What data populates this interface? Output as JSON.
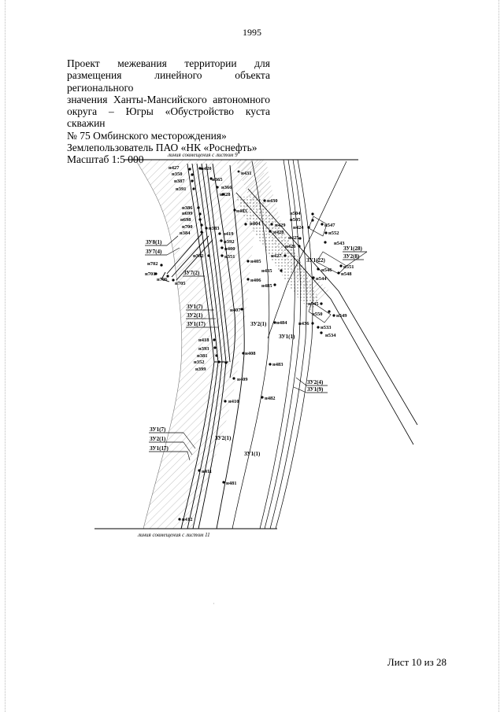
{
  "page": {
    "number": "1995",
    "sheet": "Лист 10 из 28"
  },
  "title": {
    "lines": [
      "Проект межевания территории для",
      "размещения линейного объекта регионального",
      "значения Ханты-Мансийского автономного",
      "округа – Югры «Обустройство куста скважин",
      "№ 75 Омбинского месторождения»",
      "Землепользователь ПАО «НК «Роснефть»",
      "Масштаб 1:5 000"
    ]
  },
  "drawing": {
    "top_caption": "линия совмещения с листом 9",
    "bottom_caption": "линия совмещения с листом 11",
    "points": [
      {
        "id": "p427",
        "label": "н427"
      },
      {
        "id": "p420",
        "label": "н420"
      },
      {
        "id": "p431",
        "label": "н431"
      },
      {
        "id": "p350",
        "label": "н350"
      },
      {
        "id": "p365",
        "label": "н365"
      },
      {
        "id": "p387",
        "label": "н387"
      },
      {
        "id": "p366",
        "label": "н366"
      },
      {
        "id": "p391",
        "label": "н391"
      },
      {
        "id": "p428a",
        "label": "н428"
      },
      {
        "id": "p430",
        "label": "н430"
      },
      {
        "id": "p386",
        "label": "н386"
      },
      {
        "id": "p403",
        "label": "н403"
      },
      {
        "id": "p699",
        "label": "н699"
      },
      {
        "id": "p698",
        "label": "н698"
      },
      {
        "id": "p700",
        "label": "н700"
      },
      {
        "id": "p384",
        "label": "н384"
      },
      {
        "id": "p383",
        "label": "н383"
      },
      {
        "id": "p419",
        "label": "н419"
      },
      {
        "id": "p392",
        "label": "н392"
      },
      {
        "id": "p400",
        "label": "н400"
      },
      {
        "id": "p382",
        "label": "н382"
      },
      {
        "id": "p351",
        "label": "н351"
      },
      {
        "id": "p404",
        "label": "н404"
      },
      {
        "id": "p429",
        "label": "н429"
      },
      {
        "id": "p428b",
        "label": "н428"
      },
      {
        "id": "p504",
        "label": "н504"
      },
      {
        "id": "p505",
        "label": "н505"
      },
      {
        "id": "p424",
        "label": "н424"
      },
      {
        "id": "p425",
        "label": "н425"
      },
      {
        "id": "p426",
        "label": "н426"
      },
      {
        "id": "p427b",
        "label": "н427"
      },
      {
        "id": "p547",
        "label": "н547"
      },
      {
        "id": "p552",
        "label": "н552"
      },
      {
        "id": "p543",
        "label": "н543"
      },
      {
        "id": "p702",
        "label": "н702"
      },
      {
        "id": "p701",
        "label": "н701"
      },
      {
        "id": "p706",
        "label": "н706"
      },
      {
        "id": "p705",
        "label": "н705"
      },
      {
        "id": "p405",
        "label": "н405"
      },
      {
        "id": "p435",
        "label": "н435"
      },
      {
        "id": "p546",
        "label": "н546"
      },
      {
        "id": "p544",
        "label": "н544"
      },
      {
        "id": "p551",
        "label": "н551"
      },
      {
        "id": "p548",
        "label": "н548"
      },
      {
        "id": "p406",
        "label": "н406"
      },
      {
        "id": "p485",
        "label": "н485"
      },
      {
        "id": "p545",
        "label": "н545"
      },
      {
        "id": "p550",
        "label": "н550"
      },
      {
        "id": "p549",
        "label": "н549"
      },
      {
        "id": "p407",
        "label": "н407"
      },
      {
        "id": "p484",
        "label": "н484"
      },
      {
        "id": "p436",
        "label": "н436"
      },
      {
        "id": "p533",
        "label": "н533"
      },
      {
        "id": "p534",
        "label": "н534"
      },
      {
        "id": "p418",
        "label": "н418"
      },
      {
        "id": "p393",
        "label": "н393"
      },
      {
        "id": "p381",
        "label": "н381"
      },
      {
        "id": "p408",
        "label": "н408"
      },
      {
        "id": "p352",
        "label": "н352"
      },
      {
        "id": "p399",
        "label": "н399"
      },
      {
        "id": "p483",
        "label": "н483"
      },
      {
        "id": "p409",
        "label": "н409"
      },
      {
        "id": "p410",
        "label": "н410"
      },
      {
        "id": "p482",
        "label": "н482"
      },
      {
        "id": "p411",
        "label": "н411"
      },
      {
        "id": "p481",
        "label": "н481"
      },
      {
        "id": "p412",
        "label": "н412"
      }
    ],
    "plots": [
      {
        "id": "zu8_1",
        "label": "ЗУ8(1)"
      },
      {
        "id": "zu7_4",
        "label": "ЗУ7(4)"
      },
      {
        "id": "zu7_2",
        "label": "ЗУ7(2)"
      },
      {
        "id": "zu1_28",
        "label": "ЗУ1(28)"
      },
      {
        "id": "zu2_8",
        "label": "ЗУ2(8)"
      },
      {
        "id": "zu1_22",
        "label": "ЗУ1(22)"
      },
      {
        "id": "zu1_7a",
        "label": "ЗУ1(7)"
      },
      {
        "id": "zu2_1a",
        "label": "ЗУ2(1)"
      },
      {
        "id": "zu1_17a",
        "label": "ЗУ1(17)"
      },
      {
        "id": "zu2_1b",
        "label": "ЗУ2(1)"
      },
      {
        "id": "zu1_1a",
        "label": "ЗУ1(1)"
      },
      {
        "id": "zu2_4",
        "label": "ЗУ2(4)"
      },
      {
        "id": "zu1_9",
        "label": "ЗУ1(9)"
      },
      {
        "id": "zu1_7b",
        "label": "ЗУ1(7)"
      },
      {
        "id": "zu2_1c",
        "label": "ЗУ2(1)"
      },
      {
        "id": "zu1_17b",
        "label": "ЗУ1(17)"
      },
      {
        "id": "zu2_1d",
        "label": "ЗУ2(1)"
      },
      {
        "id": "zu1_1b",
        "label": "ЗУ1(1)"
      }
    ]
  }
}
